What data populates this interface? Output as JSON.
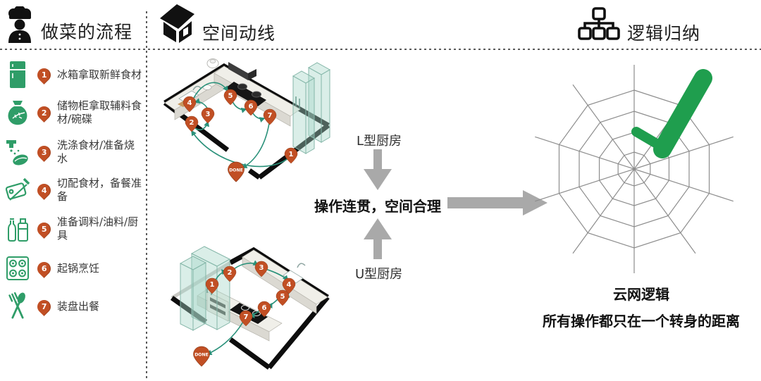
{
  "left": {
    "title": "做菜的流程",
    "steps": [
      {
        "num": "1",
        "text": "冰箱拿取新鲜食材",
        "icon": "fridge-icon"
      },
      {
        "num": "2",
        "text": "储物柜拿取辅料食材/碗碟",
        "icon": "sack-icon"
      },
      {
        "num": "3",
        "text": "洗涤食材/准备烧水",
        "icon": "wash-icon"
      },
      {
        "num": "4",
        "text": "切配食材，备餐准备",
        "icon": "cutting-board-icon"
      },
      {
        "num": "5",
        "text": "准备调料/油料/厨具",
        "icon": "condiments-icon"
      },
      {
        "num": "6",
        "text": "起锅烹饪",
        "icon": "cooktop-icon"
      },
      {
        "num": "7",
        "text": "装盘出餐",
        "icon": "utensils-icon"
      }
    ]
  },
  "middle": {
    "title": "空间动线",
    "l_kitchen_label": "L型厨房",
    "u_kitchen_label": "U型厨房",
    "conclusion": "操作连贯，空间合理",
    "done_label": "DONE",
    "pins": [
      "1",
      "2",
      "3",
      "4",
      "5",
      "6",
      "7"
    ]
  },
  "right": {
    "title": "逻辑归纳",
    "caption_title": "云网逻辑",
    "caption_sub": "所有操作都只在一个转身的距离"
  },
  "icons": {
    "left_header": "chef-icon",
    "middle_header": "house-icon",
    "right_header": "orgchart-icon",
    "result": "checkmark-icon"
  },
  "colors": {
    "accent_green": "#2f9d68",
    "pin_orange": "#c14f24",
    "flow_green": "#2a917a",
    "arrow_gray": "#a9a9a9",
    "web_gray": "#8d8d8d",
    "check_green": "#1f9e4e"
  }
}
